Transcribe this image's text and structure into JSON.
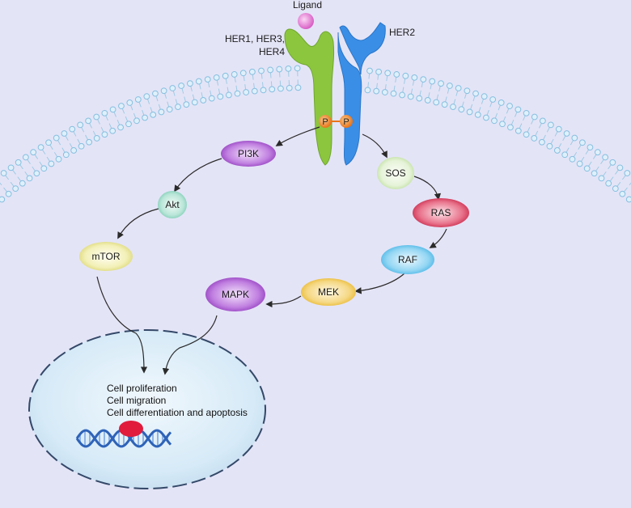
{
  "ligand": {
    "label": "Ligand"
  },
  "receptors": {
    "her_group_label": "HER1, HER3,",
    "her_group_label_line2": "HER4",
    "her2_label": "HER2",
    "phospho_left": "P",
    "phospho_right": "P"
  },
  "pathway_nodes": {
    "pi3k": "PI3K",
    "akt": "Akt",
    "mtor": "mTOR",
    "sos": "SOS",
    "ras": "RAS",
    "raf": "RAF",
    "mek": "MEK",
    "mapk": "MAPK"
  },
  "nucleus": {
    "outcomes": [
      "Cell proliferation",
      "Cell migration",
      "Cell differentiation and apoptosis"
    ]
  },
  "colors": {
    "background": "#e4e4f7",
    "her_green": "#8cc63f",
    "her2_blue": "#3a8ee6",
    "phospho_orange": "#f08a24",
    "ligand_pink": "#e07ad0",
    "pi3k_purple": "#a34fc9",
    "akt_teal": "#9fd9c8",
    "mtor_yellow": "#ecea9a",
    "sos_green": "#d8ecc4",
    "ras_red": "#d83a5a",
    "raf_blue": "#6ec7ee",
    "mek_yellow": "#f0cb52",
    "mapk_purple": "#a34fc9",
    "dna_blue": "#2e63b8",
    "dna_red": "#e01b3c"
  }
}
